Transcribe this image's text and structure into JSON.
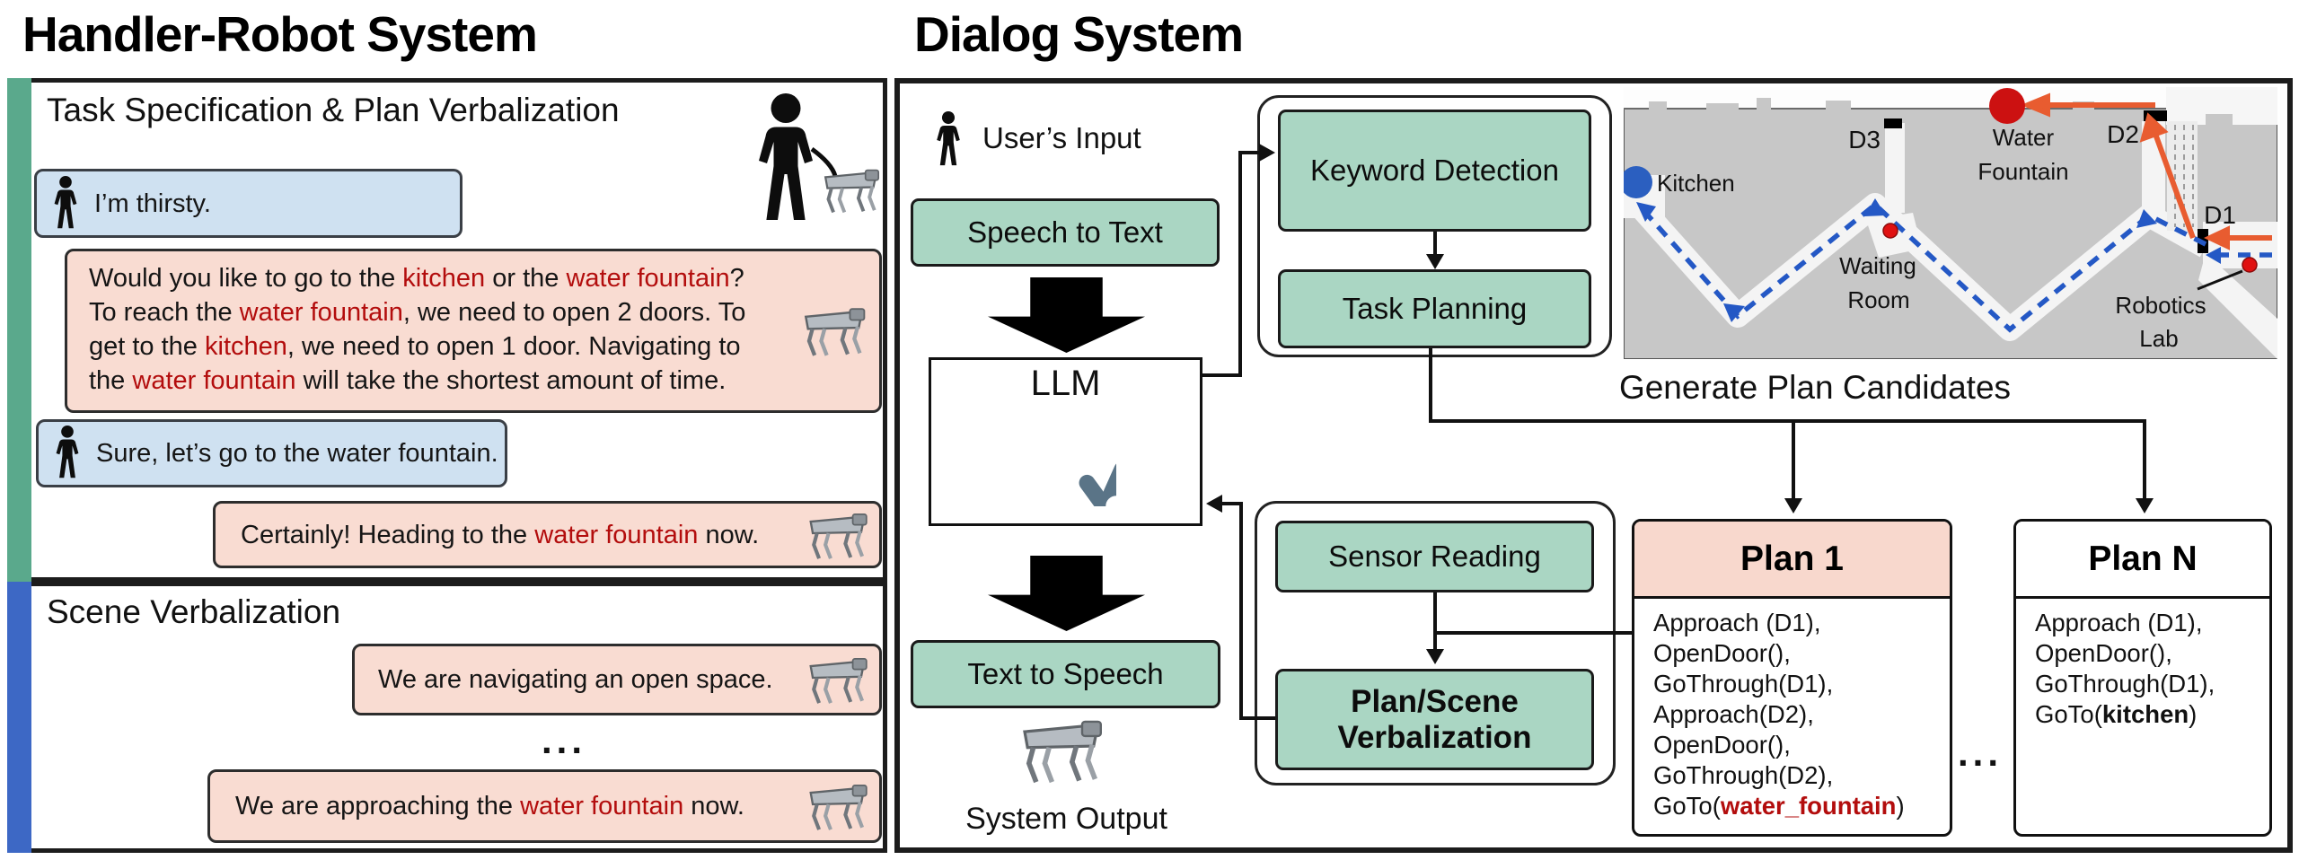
{
  "titles": {
    "left": "Handler-Robot System",
    "right": "Dialog System"
  },
  "handler": {
    "task_section_title": "Task Specification & Plan Verbalization",
    "scene_section_title": "Scene Verbalization",
    "ellipsis": "...",
    "bubbles": {
      "thirsty": "I’m thirsty.",
      "options_lines": [
        [
          {
            "t": "Would you like to go to the "
          },
          {
            "t": "kitchen",
            "c": "r"
          },
          {
            "t": " or the "
          },
          {
            "t": "water fountain",
            "c": "r"
          },
          {
            "t": "?"
          }
        ],
        [
          {
            "t": "To reach the "
          },
          {
            "t": "water fountain",
            "c": "r"
          },
          {
            "t": ", we need to open 2 doors. To"
          }
        ],
        [
          {
            "t": "get to the "
          },
          {
            "t": "kitchen",
            "c": "r"
          },
          {
            "t": ", we need to open 1 door. Navigating to"
          }
        ],
        [
          {
            "t": "the "
          },
          {
            "t": "water fountain",
            "c": "r"
          },
          {
            "t": " will take the shortest amount of time."
          }
        ]
      ],
      "sure": "Sure, let’s go to the water fountain.",
      "certainly": [
        {
          "t": "Certainly! Heading to the "
        },
        {
          "t": "water fountain",
          "c": "r"
        },
        {
          "t": " now."
        }
      ],
      "navigating": "We are navigating an open space.",
      "approaching": [
        {
          "t": "We are approaching the "
        },
        {
          "t": "water fountain",
          "c": "r"
        },
        {
          "t": " now."
        }
      ]
    }
  },
  "dialog": {
    "users_input": "User’s Input",
    "speech_to_text": "Speech to Text",
    "llm": "LLM",
    "text_to_speech": "Text to Speech",
    "system_output": "System Output",
    "keyword_detection": "Keyword Detection",
    "task_planning": "Task Planning",
    "sensor_reading": "Sensor Reading",
    "plan_scene_verbalization": "Plan/Scene Verbalization",
    "generate_plan_candidates": "Generate Plan Candidates",
    "plans_ellipsis": "...",
    "plan1": {
      "title": "Plan 1",
      "lines": [
        [
          {
            "t": "Approach (D1),"
          }
        ],
        [
          {
            "t": "OpenDoor(),"
          }
        ],
        [
          {
            "t": "GoThrough(D1),"
          }
        ],
        [
          {
            "t": "Approach(D2),"
          }
        ],
        [
          {
            "t": "OpenDoor(),"
          }
        ],
        [
          {
            "t": "GoThrough(D2),"
          }
        ],
        [
          {
            "t": "GoTo("
          },
          {
            "t": "water_fountain",
            "c": "rb"
          },
          {
            "t": ")"
          }
        ]
      ]
    },
    "planN": {
      "title": "Plan N",
      "lines": [
        [
          {
            "t": "Approach (D1),"
          }
        ],
        [
          {
            "t": "OpenDoor(),"
          }
        ],
        [
          {
            "t": "GoThrough(D1),"
          }
        ],
        [
          {
            "t": "GoTo("
          },
          {
            "t": "kitchen",
            "c": "b"
          },
          {
            "t": ")"
          }
        ]
      ]
    }
  },
  "map": {
    "labels": {
      "kitchen": "Kitchen",
      "d3": "D3",
      "water1": "Water",
      "water2": "Fountain",
      "d2": "D2",
      "d1": "D1",
      "waiting1": "Waiting",
      "waiting2": "Room",
      "robotics1": "Robotics",
      "robotics2": "Lab"
    }
  },
  "colors": {
    "green_box": "#aad6c3",
    "pink_bubble": "#f9dcd2",
    "blue_bubble": "#cfe1f1",
    "red_text": "#b30d0d",
    "green_bar": "#5aa98c",
    "blue_bar": "#3d68c5",
    "orange_arrow": "#e85c30",
    "path_blue": "#2458c5",
    "map_gray": "#c7c7c7",
    "openai_logo": "#5a7487",
    "kitchen_dot": "#2b5fc0",
    "goal_dot": "#cc1111"
  }
}
